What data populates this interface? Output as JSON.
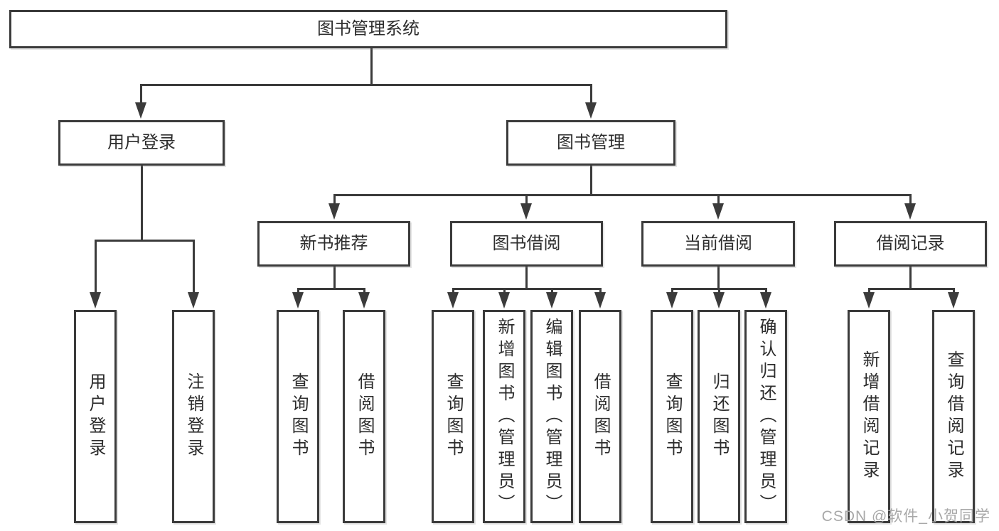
{
  "diagram_title": "图书管理系统",
  "nodes": [
    {
      "id": "root",
      "label": "图书管理系统"
    },
    {
      "id": "user-login",
      "label": "用户登录"
    },
    {
      "id": "book-management",
      "label": "图书管理"
    },
    {
      "id": "new-book-recommend",
      "label": "新书推荐"
    },
    {
      "id": "book-borrow",
      "label": "图书借阅"
    },
    {
      "id": "current-borrow",
      "label": "当前借阅"
    },
    {
      "id": "borrow-records",
      "label": "借阅记录"
    },
    {
      "id": "user-login-action",
      "label": "用户登录"
    },
    {
      "id": "logout-action",
      "label": "注销登录"
    },
    {
      "id": "query-books-recommend",
      "label": "查询图书"
    },
    {
      "id": "borrow-books-recommend",
      "label": "借阅图书"
    },
    {
      "id": "query-books-borrow",
      "label": "查询图书"
    },
    {
      "id": "add-books-admin",
      "label": "新增图书（管理员）"
    },
    {
      "id": "edit-books-admin",
      "label": "编辑图书（管理员）"
    },
    {
      "id": "borrow-books-borrow",
      "label": "借阅图书"
    },
    {
      "id": "query-books-current",
      "label": "查询图书"
    },
    {
      "id": "return-books",
      "label": "归还图书"
    },
    {
      "id": "confirm-return-admin",
      "label": "确认归还（管理员）"
    },
    {
      "id": "add-borrow-record",
      "label": "新增借阅记录"
    },
    {
      "id": "query-borrow-record",
      "label": "查询借阅记录"
    }
  ],
  "edges": [
    [
      0,
      1
    ],
    [
      0,
      2
    ],
    [
      1,
      7
    ],
    [
      1,
      8
    ],
    [
      2,
      3
    ],
    [
      2,
      4
    ],
    [
      2,
      5
    ],
    [
      2,
      6
    ],
    [
      3,
      9
    ],
    [
      3,
      10
    ],
    [
      4,
      11
    ],
    [
      4,
      12
    ],
    [
      4,
      13
    ],
    [
      4,
      14
    ],
    [
      5,
      15
    ],
    [
      5,
      16
    ],
    [
      5,
      17
    ],
    [
      6,
      18
    ],
    [
      6,
      19
    ]
  ],
  "watermark": {
    "text": "CSDN @软件_小贺同学"
  },
  "colors": {
    "background": "#ffffff",
    "line": "#3b3b3b",
    "text": "#2d2d2d",
    "watermark": "#a8a8a8"
  }
}
